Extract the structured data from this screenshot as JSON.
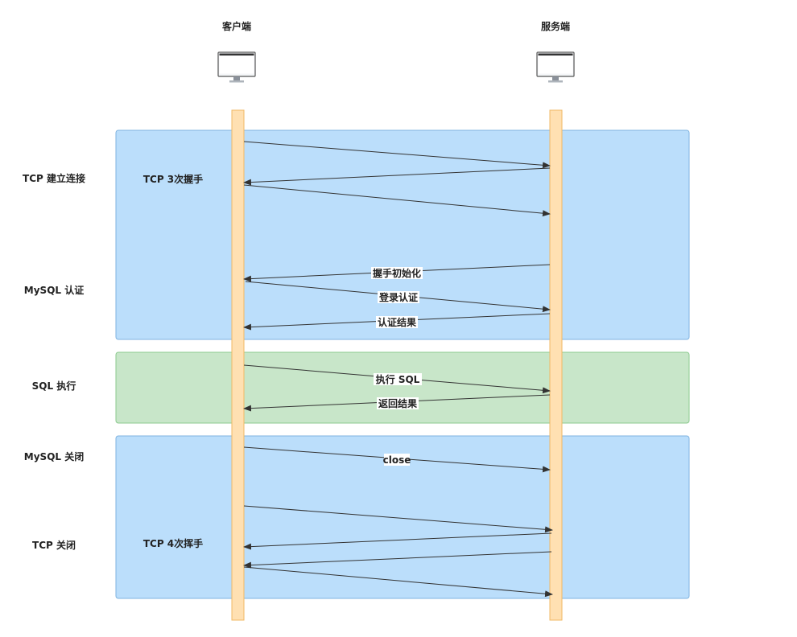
{
  "actors": {
    "client": {
      "label": "客户端",
      "icon": "monitor-icon"
    },
    "server": {
      "label": "服务端",
      "icon": "monitor-icon"
    }
  },
  "phases": [
    {
      "id": "tcp-connect",
      "label": "TCP 建立连接",
      "color": "#bbdefb"
    },
    {
      "id": "mysql-auth",
      "label": "MySQL 认证",
      "color": "#bbdefb"
    },
    {
      "id": "sql-exec",
      "label": "SQL 执行",
      "color": "#c8e6c9"
    },
    {
      "id": "mysql-close",
      "label": "MySQL 关闭",
      "color": "#bbdefb"
    },
    {
      "id": "tcp-close",
      "label": "TCP 关闭",
      "color": "#bbdefb"
    }
  ],
  "notes": {
    "handshake": "TCP 3次握手",
    "wave": "TCP 4次挥手"
  },
  "messages": [
    {
      "from": "client",
      "to": "server",
      "label": ""
    },
    {
      "from": "server",
      "to": "client",
      "label": ""
    },
    {
      "from": "client",
      "to": "server",
      "label": ""
    },
    {
      "from": "server",
      "to": "client",
      "label": "握手初始化"
    },
    {
      "from": "client",
      "to": "server",
      "label": "登录认证"
    },
    {
      "from": "server",
      "to": "client",
      "label": "认证结果"
    },
    {
      "from": "client",
      "to": "server",
      "label": "执行 SQL"
    },
    {
      "from": "server",
      "to": "client",
      "label": "返回结果"
    },
    {
      "from": "client",
      "to": "server",
      "label": "close"
    },
    {
      "from": "client",
      "to": "server",
      "label": ""
    },
    {
      "from": "server",
      "to": "client",
      "label": ""
    },
    {
      "from": "server",
      "to": "client",
      "label": ""
    },
    {
      "from": "client",
      "to": "server",
      "label": ""
    }
  ],
  "colors": {
    "blue_fill": "#bbdefb",
    "blue_stroke": "#7fb3e0",
    "green_fill": "#c8e6c9",
    "green_stroke": "#8bc98e",
    "lifeline_fill": "#ffe0b2",
    "lifeline_stroke": "#f0b865",
    "arrow": "#333333"
  }
}
